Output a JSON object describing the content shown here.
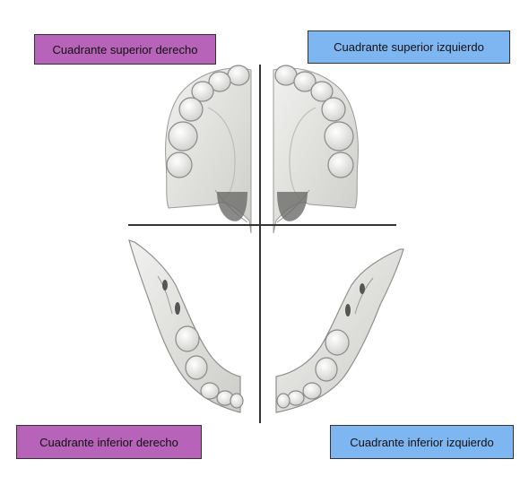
{
  "labels": {
    "upper_right": "Cuadrante superior derecho",
    "upper_left": "Cuadrante superior izquierdo",
    "lower_right": "Cuadrante inferior derecho",
    "lower_left": "Cuadrante inferior izquierdo"
  },
  "colors": {
    "right_quadrant_fill": "#b763b9",
    "left_quadrant_fill": "#7eb6f2",
    "divider_line": "#333333",
    "bone": "#e8e8e6",
    "bone_shadow": "#b9b9b6",
    "tooth": "#f6f6f4",
    "tooth_outline": "#8a8a88",
    "tongue": "#6b6b69"
  },
  "icons": [
    "maxilla-illustration",
    "mandible-illustration"
  ]
}
